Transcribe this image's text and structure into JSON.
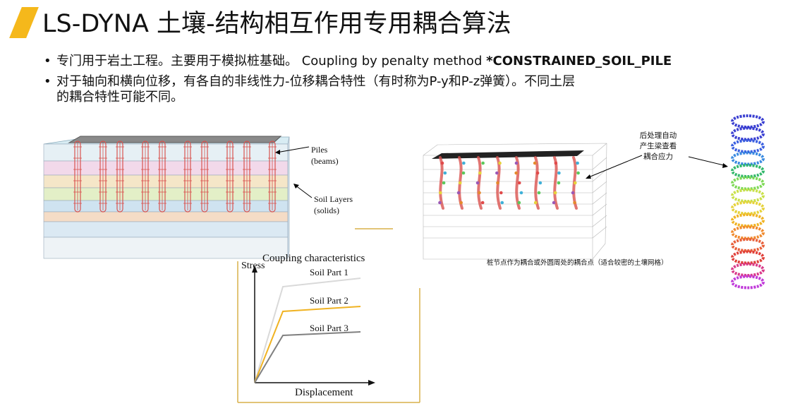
{
  "header": {
    "title": "LS-DYNA 土壤-结构相互作用专用耦合算法"
  },
  "bullets": {
    "b1_text": "专门用于岩土工程。主要用于模拟桩基础。 Coupling by penalty method ",
    "b1_keyword": "*CONSTRAINED_SOIL_PILE",
    "b2_line1": "对于轴向和横向位移，有各自的非线性力-位移耦合特性（有时称为P-y和P-z弹簧）。不同土层",
    "b2_line2": "的耦合特性可能不同。",
    "marker": "•"
  },
  "left_model": {
    "piles_label_1": "Piles",
    "piles_label_2": "(beams)",
    "soil_label_1": "Soil Layers",
    "soil_label_2": "(solids)"
  },
  "right_model": {
    "callout_1": "后处理自动",
    "callout_2": "产生梁查看",
    "callout_3": "耦合应力",
    "caption": "桩节点作为耦合或外圆周处的耦合点（适合较密的土壤网格）"
  },
  "curve_chart": {
    "title": "Coupling characteristics",
    "ylabel": "Stress",
    "xlabel": "Displacement",
    "series_labels": [
      "Soil Part 1",
      "Soil Part 2",
      "Soil Part 3"
    ]
  },
  "colors": {
    "accent": "#f5b81b",
    "soil_part_1": "#d9d9d9",
    "soil_part_2": "#f0b323",
    "soil_part_3": "#808080",
    "pile": "#d9534f",
    "frame_yellow": "#d8b04a"
  }
}
